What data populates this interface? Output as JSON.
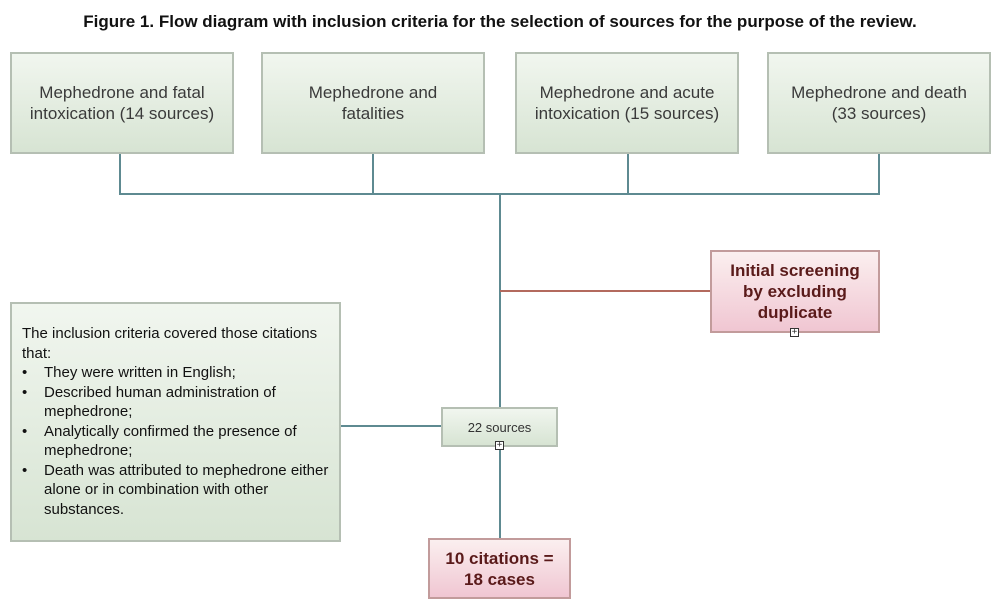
{
  "figure": {
    "title": "Figure 1. Flow diagram with inclusion criteria for the selection of sources for the purpose of the review."
  },
  "sources": [
    {
      "label": "Mephedrone and fatal intoxication (14 sources)"
    },
    {
      "label": "Mephedrone and fatalities"
    },
    {
      "label": "Mephedrone and acute intoxication (15 sources)"
    },
    {
      "label": "Mephedrone and death (33 sources)"
    }
  ],
  "screening": {
    "label": "Initial screening by excluding duplicate"
  },
  "criteria": {
    "intro": "The inclusion criteria covered those citations that:",
    "bullet_glyph": "•",
    "items": [
      "They were written in English;",
      "Described human administration of mephedrone;",
      "Analytically confirmed the presence of mephedrone;",
      "Death was attributed to mephedrone either alone or in combination with other substances."
    ]
  },
  "intermediate": {
    "label": "22 sources"
  },
  "result": {
    "label": "10 citations = 18 cases"
  },
  "expander": {
    "glyph": "+"
  },
  "colors": {
    "connector_main": "#5e8a91",
    "connector_screening": "#b36a5e",
    "green_fill": "#dfe9db",
    "pink_fill": "#f4d6de"
  }
}
